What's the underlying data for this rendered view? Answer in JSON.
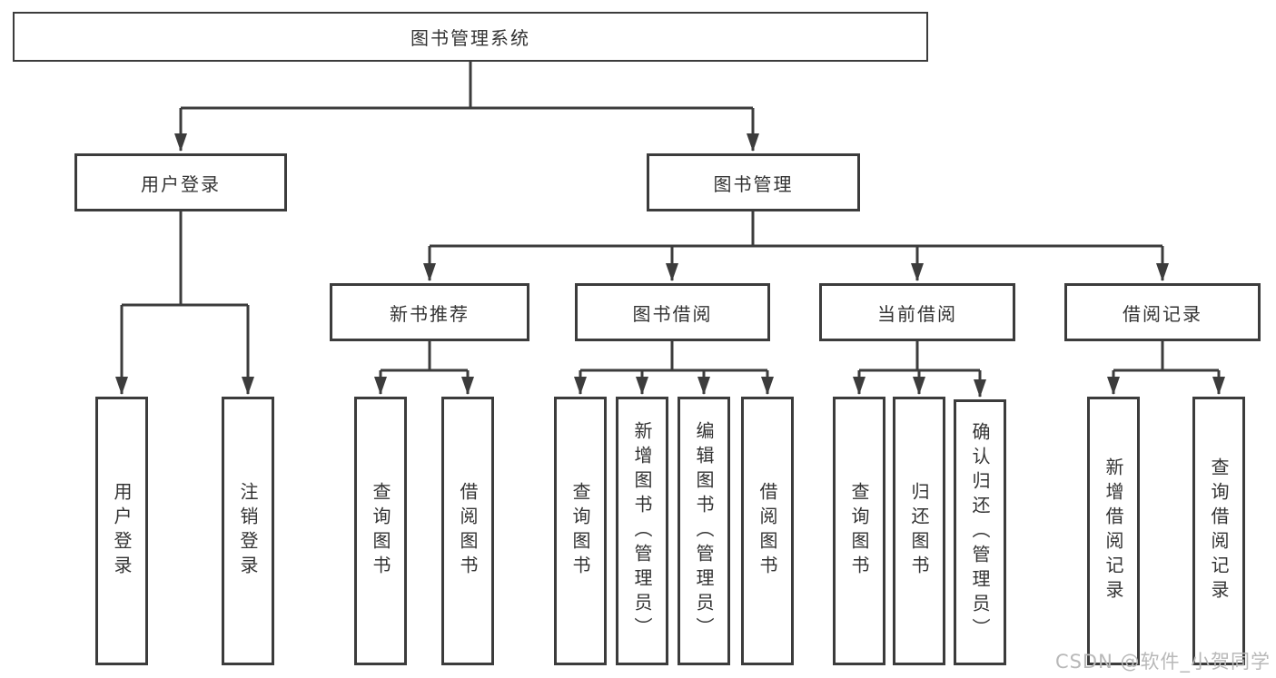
{
  "diagram": {
    "type": "hierarchy-tree",
    "colors": {
      "line": "#3c3c3c",
      "box_border": "#3c3c3c",
      "text": "#333333",
      "background": "#ffffff",
      "watermark": "#b8b8b8"
    },
    "tree": {
      "root": "图书管理系统",
      "l2": [
        {
          "label": "用户登录"
        },
        {
          "label": "图书管理"
        }
      ],
      "l3": [
        {
          "label": "新书推荐",
          "parent": "图书管理"
        },
        {
          "label": "图书借阅",
          "parent": "图书管理"
        },
        {
          "label": "当前借阅",
          "parent": "图书管理"
        },
        {
          "label": "借阅记录",
          "parent": "图书管理"
        }
      ],
      "leaves": [
        {
          "label": "用户登录",
          "parent": "用户登录"
        },
        {
          "label": "注销登录",
          "parent": "用户登录"
        },
        {
          "label": "查询图书",
          "parent": "新书推荐"
        },
        {
          "label": "借阅图书",
          "parent": "新书推荐"
        },
        {
          "label": "查询图书",
          "parent": "图书借阅"
        },
        {
          "label": "新增图书（管理员）",
          "parent": "图书借阅"
        },
        {
          "label": "编辑图书（管理员）",
          "parent": "图书借阅"
        },
        {
          "label": "借阅图书",
          "parent": "图书借阅"
        },
        {
          "label": "查询图书",
          "parent": "当前借阅"
        },
        {
          "label": "归还图书",
          "parent": "当前借阅"
        },
        {
          "label": "确认归还（管理员）",
          "parent": "当前借阅"
        },
        {
          "label": "新增借阅记录",
          "parent": "借阅记录"
        },
        {
          "label": "查询借阅记录",
          "parent": "借阅记录"
        }
      ]
    },
    "watermark": {
      "text": "CSDN @软件_小贺同学"
    }
  }
}
